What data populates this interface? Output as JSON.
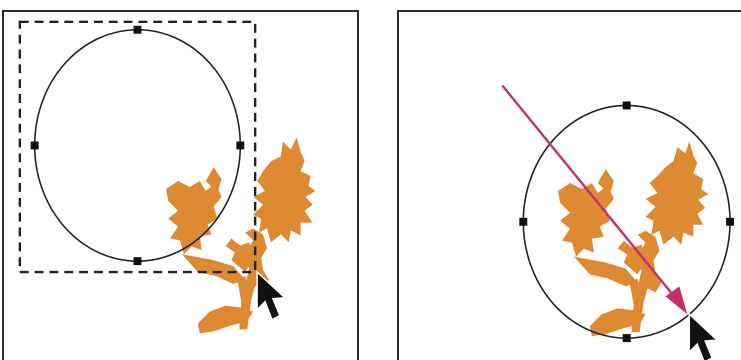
{
  "figure": {
    "panels": [
      {
        "id": "left",
        "step": "drag-ellipse-selection",
        "shape": "ellipse",
        "selection": "dashed-marquee"
      },
      {
        "id": "right",
        "step": "move-ellipse-over-artwork",
        "shape": "ellipse",
        "motion": "arrow"
      }
    ]
  },
  "colors": {
    "artwork": "#DE8A33",
    "outline": "#222222",
    "marquee": "#222222",
    "motion_arrow": "#C2306E",
    "handles": "#111111",
    "cursor": "#111111"
  },
  "icons": {
    "cursor": "arrow-pointer-icon",
    "flower": "flower-silhouette-icon",
    "handle": "anchor-point-icon"
  }
}
